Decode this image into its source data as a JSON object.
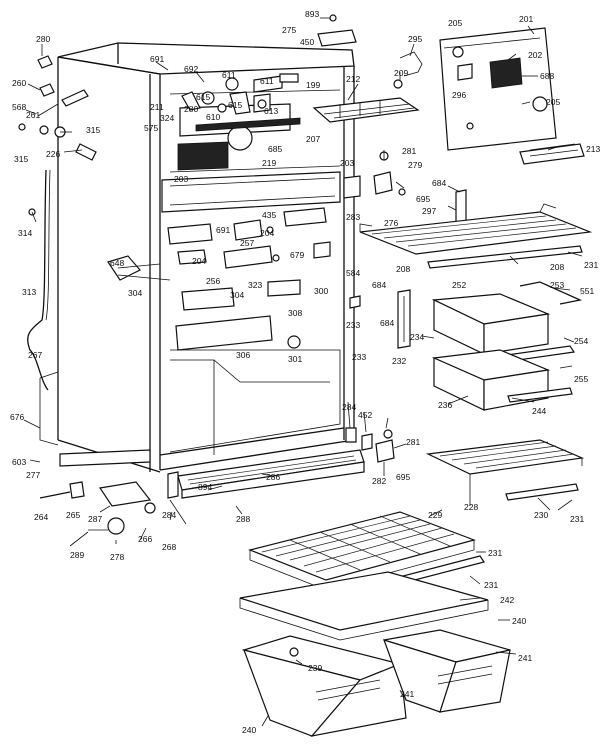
{
  "diagram": {
    "labels": {
      "893": "893",
      "275": "275",
      "450": "450",
      "295": "295",
      "205a": "205",
      "201": "201",
      "202": "202",
      "688": "688",
      "296": "296",
      "205b": "205",
      "213": "213",
      "280": "280",
      "260": "260",
      "568": "568",
      "261": "261",
      "315a": "315",
      "315b": "315",
      "226": "226",
      "314": "314",
      "313": "313",
      "267": "267",
      "676": "676",
      "603": "603",
      "277": "277",
      "691a": "691",
      "692": "692",
      "611a": "611",
      "615a": "615",
      "615b": "615",
      "611b": "611",
      "199": "199",
      "212": "212",
      "209": "209",
      "211": "211",
      "575": "575",
      "324": "324",
      "280b": "280",
      "610": "610",
      "613": "613",
      "207": "207",
      "685": "685",
      "219": "219",
      "203a": "203",
      "203b": "203",
      "281a": "281",
      "279": "279",
      "684a": "684",
      "695a": "695",
      "283": "283",
      "276": "276",
      "297": "297",
      "691b": "691",
      "435": "435",
      "204a": "204",
      "257": "257",
      "679": "679",
      "584": "584",
      "208a": "208",
      "208b": "208",
      "231a": "231",
      "648": "648",
      "304a": "304",
      "304b": "304",
      "256": "256",
      "204b": "204",
      "323": "323",
      "300": "300",
      "252": "252",
      "253": "253",
      "551": "551",
      "308": "308",
      "684b": "684",
      "233a": "233",
      "684c": "684",
      "234": "234",
      "254": "254",
      "306": "306",
      "301": "301",
      "233b": "233",
      "232": "232",
      "255": "255",
      "236": "236",
      "244": "244",
      "284a": "284",
      "452": "452",
      "281b": "281",
      "286": "286",
      "894": "894",
      "282": "282",
      "695b": "695",
      "228": "228",
      "230": "230",
      "231b": "231",
      "288": "288",
      "284b": "284",
      "264": "264",
      "265": "265",
      "287": "287",
      "289": "289",
      "278": "278",
      "266": "266",
      "268": "268",
      "229": "229",
      "231c": "231",
      "231d": "231",
      "242": "242",
      "240a": "240",
      "239": "239",
      "241a": "241",
      "241b": "241",
      "240b": "240"
    }
  }
}
